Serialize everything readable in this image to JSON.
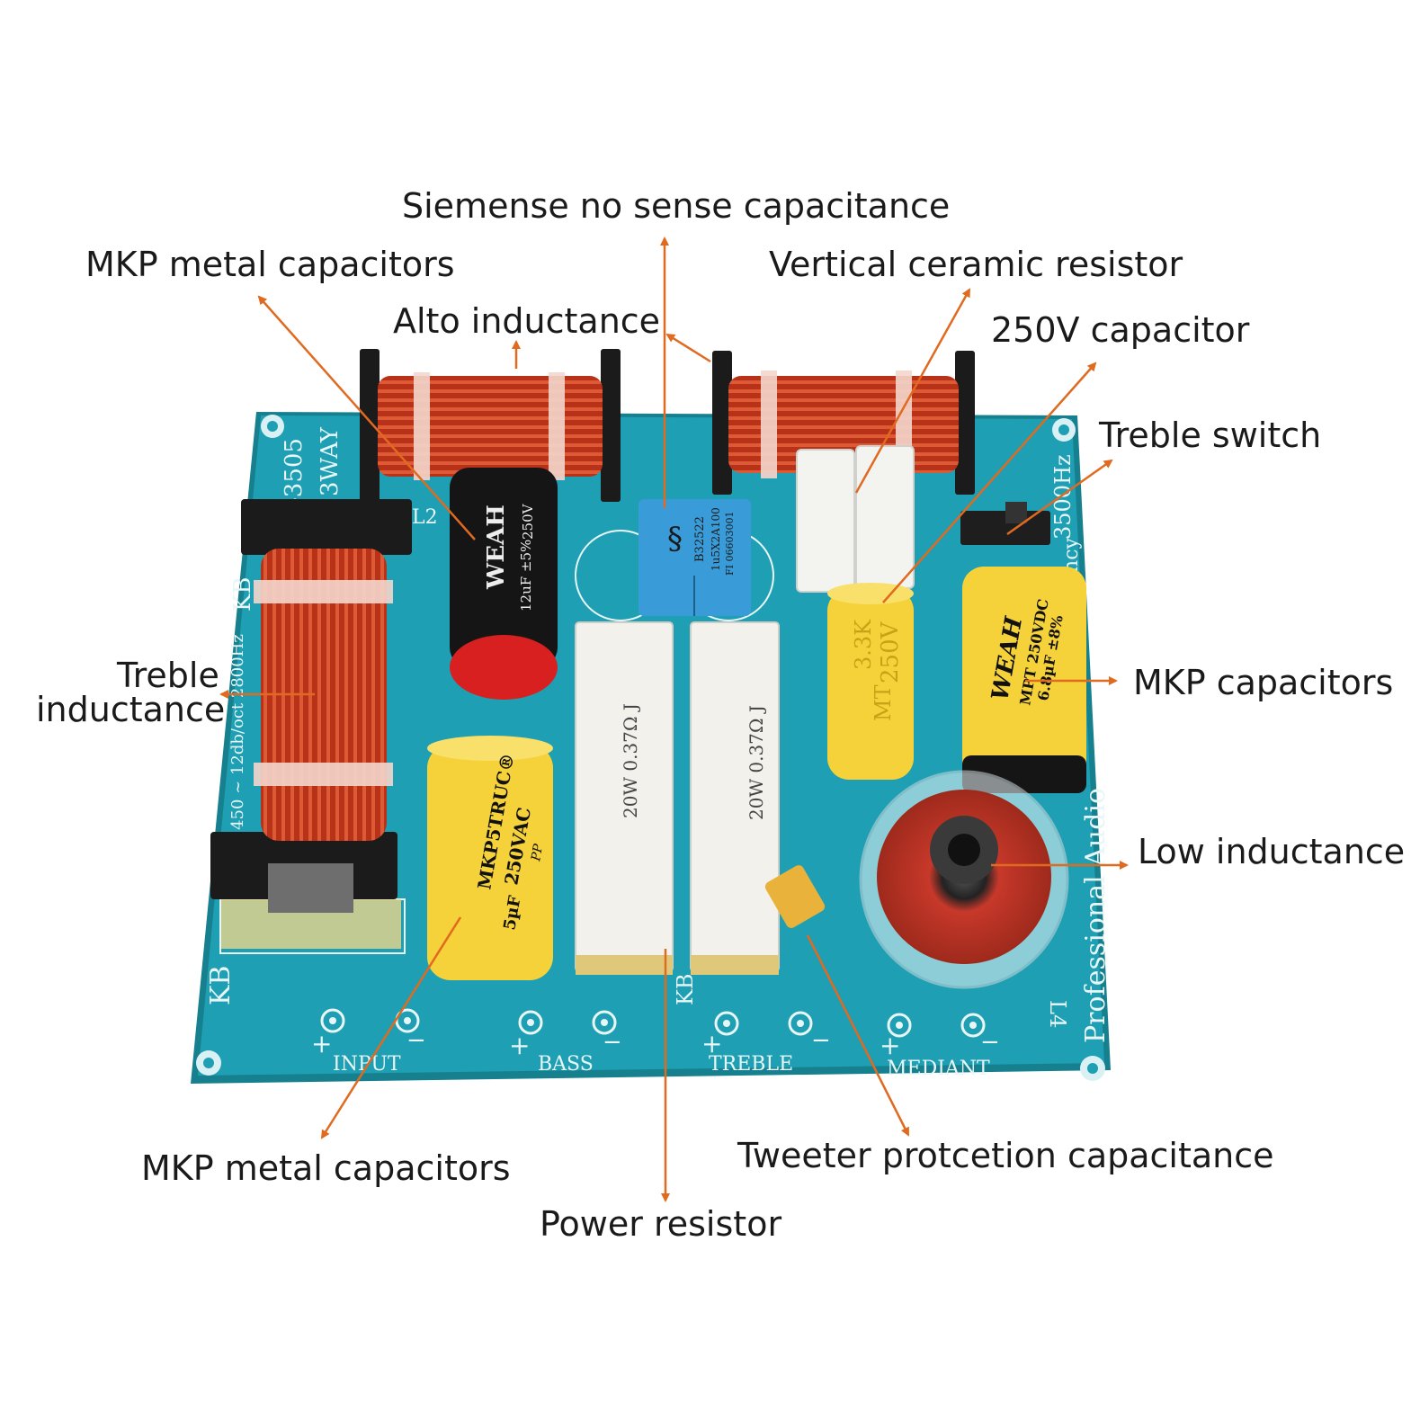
{
  "callouts": {
    "siemens": "Siemense no sense capacitance",
    "mkp_metal_top": "MKP metal capacitors",
    "alto_inductance": "Alto inductance",
    "vertical_ceramic": "Vertical ceramic resistor",
    "cap_250v": "250V capacitor",
    "treble_switch": "Treble switch",
    "treble_inductance_line1": "Treble",
    "treble_inductance_line2": "inductance",
    "mkp_capacitors": "MKP capacitors",
    "low_inductance": "Low inductance",
    "mkp_metal_bottom": "MKP metal capacitors",
    "tweeter_protection": "Tweeter protcetion capacitance",
    "power_resistor": "Power resistor"
  },
  "board": {
    "model": "-3505",
    "ways": "3WAY",
    "brand_mark": "KB",
    "brand_mark_left": "KB",
    "brand_mark_bottom": "KB",
    "left_edge_print": "3Ω  450 ~ 12db/oct   2800Hz",
    "right_edge_print": "3500Hz",
    "right_edge_freq": "ency",
    "footer_print": "Professional Audio",
    "l2_label": "L2",
    "l4_label": "L4",
    "terminals": [
      {
        "name": "INPUT",
        "plus": "+",
        "minus": "−"
      },
      {
        "name": "BASS",
        "plus": "+",
        "minus": "−"
      },
      {
        "name": "TREBLE",
        "plus": "+",
        "minus": "−"
      },
      {
        "name": "MEDIANT",
        "plus": "+",
        "minus": "−"
      }
    ]
  },
  "components": {
    "black_cap": {
      "brand": "WEAH",
      "value": "12uF ±5%",
      "voltage": "250V"
    },
    "siemens_cap": {
      "code": "B32522",
      "value": "1u5X2A100",
      "lot": "FI 06603001"
    },
    "yellow_cap_left": {
      "model": "MKP5TRUC®",
      "voltage": "250VAC",
      "value": "5µF",
      "type": "PP"
    },
    "resistor_1": {
      "rating": "20W 0.37Ω J"
    },
    "resistor_2": {
      "rating": "20W 0.37Ω J"
    },
    "ceramic_cap": {
      "value": "3.3K",
      "voltage": "250V",
      "type": "MT"
    },
    "weah_mpt": {
      "brand": "WEAH",
      "model": "MPT 250VDC",
      "value": "6.8µF ±8%"
    }
  },
  "colors": {
    "accent_arrow": "#e06a1f",
    "pcb": "#1e9fb3",
    "pcb_dark": "#16808f",
    "copper": "#c0391f",
    "capacitor_yellow": "#f6d23a",
    "resistor_white": "#f2f1ec",
    "siemens_blue": "#3a9bd9"
  }
}
